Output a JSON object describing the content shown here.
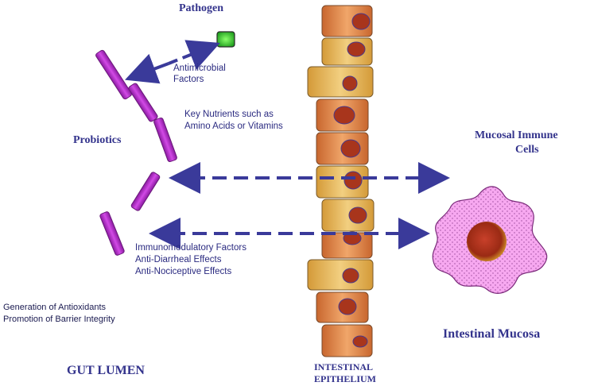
{
  "labels": {
    "pathogen": "Pathogen",
    "probiotics": "Probiotics",
    "antimicrobial_line1": "Antimicrobial",
    "antimicrobial_line2": "Factors",
    "nutrients_line1": "Key Nutrients such as",
    "nutrients_line2": "Amino Acids or Vitamins",
    "mucosal_line1": "Mucosal Immune",
    "mucosal_line2": "Cells",
    "immuno_line1": "Immunomodulatory Factors",
    "immuno_line2": "Anti-Diarrheal Effects",
    "immuno_line3": "Anti-Nociceptive Effects",
    "antiox_line1": "Generation of Antioxidants",
    "antiox_line2": "Promotion of Barrier Integrity",
    "intestinal_mucosa": "Intestinal Mucosa",
    "gut_lumen": "GUT LUMEN",
    "epithelium_line1": "INTESTINAL",
    "epithelium_line2": "EPITHELIUM"
  },
  "colors": {
    "title_text": "#33338c",
    "arrow": "#3a3a9a",
    "probiotic": "#b026c4",
    "pathogen": "#33cc33",
    "cell_orange": "#e0884a",
    "cell_yellow": "#e6b85a",
    "nucleus": "#a8351c",
    "immune_cell": "#f7a8f0"
  },
  "icons": [
    "probiotic-bacterium",
    "pathogen-square",
    "epithelial-cell",
    "immune-cell"
  ]
}
